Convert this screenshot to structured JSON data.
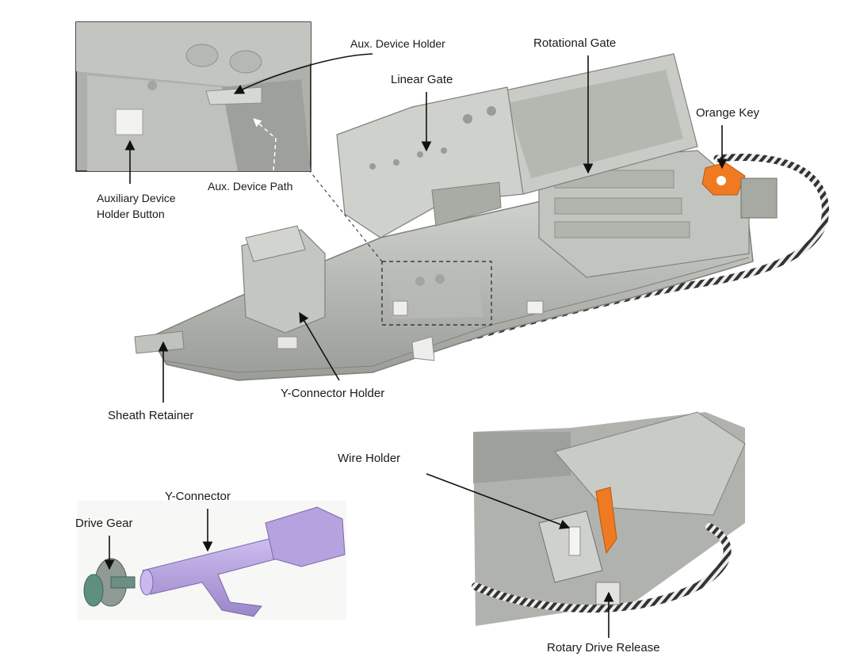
{
  "labels": {
    "aux_device_holder": "Aux. Device Holder",
    "rotational_gate": "Rotational Gate",
    "linear_gate": "Linear Gate",
    "orange_key": "Orange Key",
    "auxiliary_device_holder_button_line1": "Auxiliary Device",
    "auxiliary_device_holder_button_line2": "Holder Button",
    "aux_device_path": "Aux. Device Path",
    "y_connector_holder": "Y-Connector Holder",
    "sheath_retainer": "Sheath Retainer",
    "wire_holder": "Wire Holder",
    "y_connector": "Y-Connector",
    "drive_gear": "Drive Gear",
    "rotary_drive_release": "Rotary Drive Release"
  },
  "colors": {
    "device_gray": "#b9bcb6",
    "device_dark": "#8d908a",
    "device_light": "#d7d9d4",
    "orange_key": "#f07a22",
    "y_connector_purple": "#b6a2de",
    "drive_gear_teal": "#5f8f7f"
  }
}
